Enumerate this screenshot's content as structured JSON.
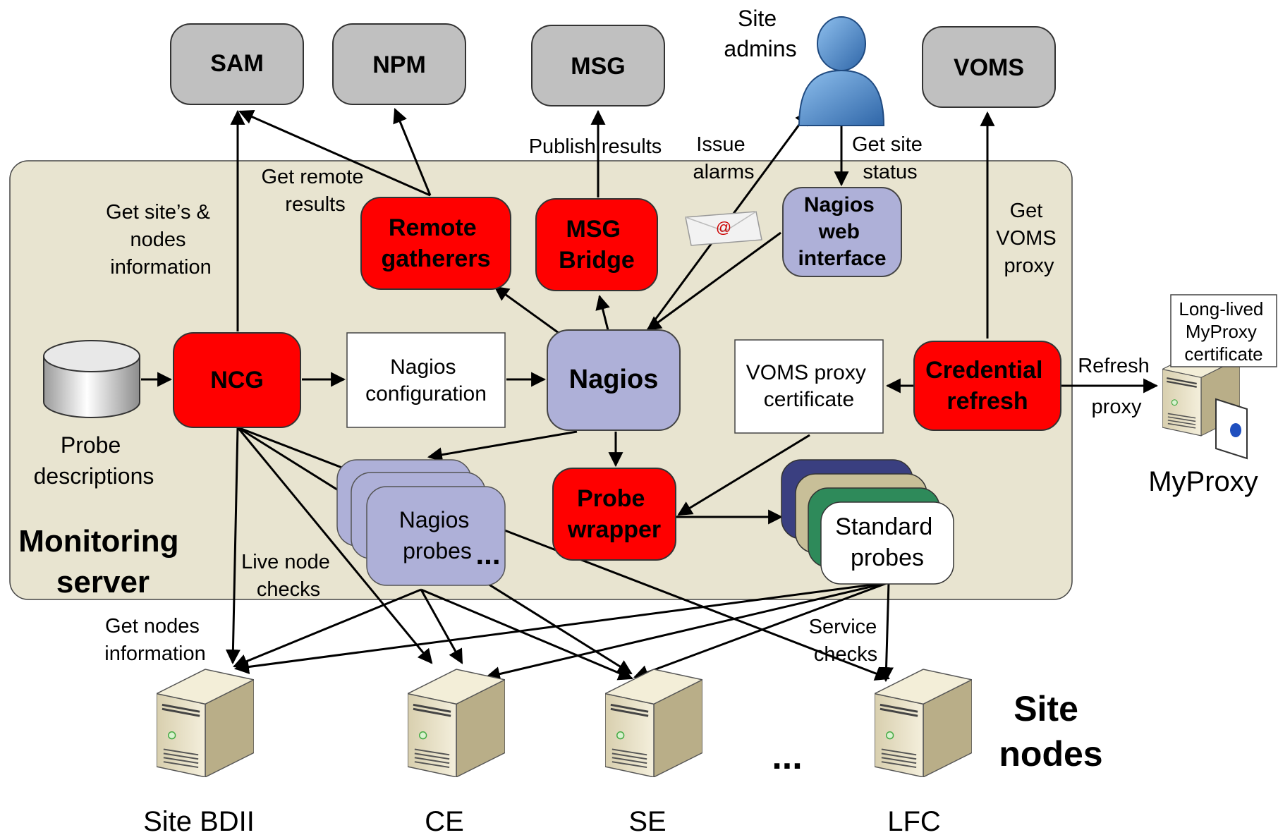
{
  "external_services": {
    "sam": "SAM",
    "npm": "NPM",
    "msg": "MSG",
    "voms": "VOMS"
  },
  "site_admins": [
    "Site",
    "admins"
  ],
  "monitoring_server": {
    "label": [
      "Monitoring",
      "server"
    ],
    "probe_descriptions": [
      "Probe",
      "descriptions"
    ],
    "ncg": "NCG",
    "nagios_configuration": [
      "Nagios",
      "configuration"
    ],
    "nagios": "Nagios",
    "remote_gatherers": [
      "Remote",
      "gatherers"
    ],
    "msg_bridge": [
      "MSG",
      "Bridge"
    ],
    "nagios_web_interface": [
      "Nagios",
      "web",
      "interface"
    ],
    "voms_proxy_certificate": [
      "VOMS proxy",
      "certificate"
    ],
    "credential_refresh": [
      "Credential",
      "refresh"
    ],
    "probe_wrapper": [
      "Probe",
      "wrapper"
    ],
    "nagios_probes": [
      "Nagios",
      "probes"
    ],
    "ellipsis": "...",
    "standard_probes": [
      "Standard",
      "probes"
    ],
    "email_symbol": "@"
  },
  "edge_labels": {
    "get_site_info": [
      "Get site’s &",
      "nodes",
      "information"
    ],
    "get_remote_results": [
      "Get remote",
      "results"
    ],
    "publish_results": "Publish results",
    "issue_alarms": [
      "Issue",
      "alarms"
    ],
    "get_site_status": [
      "Get site",
      "status"
    ],
    "get_voms_proxy": [
      "Get",
      "VOMS",
      "proxy"
    ],
    "refresh_proxy": [
      "Refresh",
      "proxy"
    ],
    "live_node_checks": [
      "Live node",
      "checks"
    ],
    "get_nodes_information": [
      "Get nodes",
      "information"
    ],
    "service_checks": [
      "Service",
      "checks"
    ]
  },
  "myproxy": {
    "label": "MyProxy",
    "certificate_note": [
      "Long-lived",
      "MyProxy",
      "certificate"
    ]
  },
  "site_nodes": {
    "label": [
      "Site",
      "nodes"
    ],
    "nodes": [
      "Site BDII",
      "CE",
      "SE",
      "LFC"
    ],
    "ellipsis": "..."
  },
  "colors": {
    "background_panel": "#e8e4d0",
    "red_component": "#ff0000",
    "lavender_component": "#aeb0d8",
    "gray_service": "#c0c0c0",
    "person_blue": "#4a7fc1"
  }
}
